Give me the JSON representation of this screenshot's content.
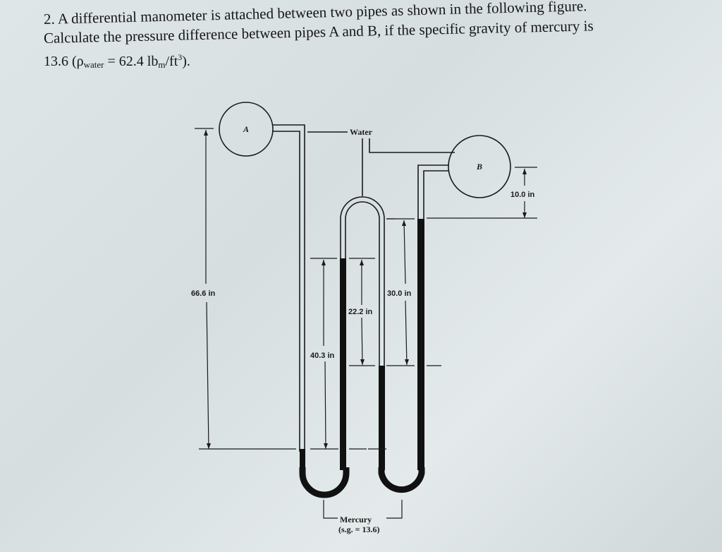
{
  "problem": {
    "number": "2.",
    "line1": "A differential manometer is attached between two pipes as shown in the following figure.",
    "line2": "Calculate the pressure difference between pipes A and B, if the specific gravity of mercury is",
    "line3_prefix": "13.6 (ρ",
    "line3_sub": "water",
    "line3_mid": " = 62.4 lb",
    "line3_unit_sub": "m",
    "line3_unit": "/ft",
    "line3_sup": "3",
    "line3_suffix": ")."
  },
  "figure": {
    "pipe_a_label": "A",
    "pipe_b_label": "B",
    "water_label": "Water",
    "mercury_label": "Mercury",
    "mercury_sg_label": "(s.g. = 13.6)",
    "dimensions": {
      "d1": "66.6 in",
      "d2": "40.3 in",
      "d3": "22.2 in",
      "d4": "30.0 in",
      "d5": "10.0 in"
    },
    "fluids": {
      "water_color": "#d9e1e3",
      "mercury_color": "#111111"
    }
  }
}
